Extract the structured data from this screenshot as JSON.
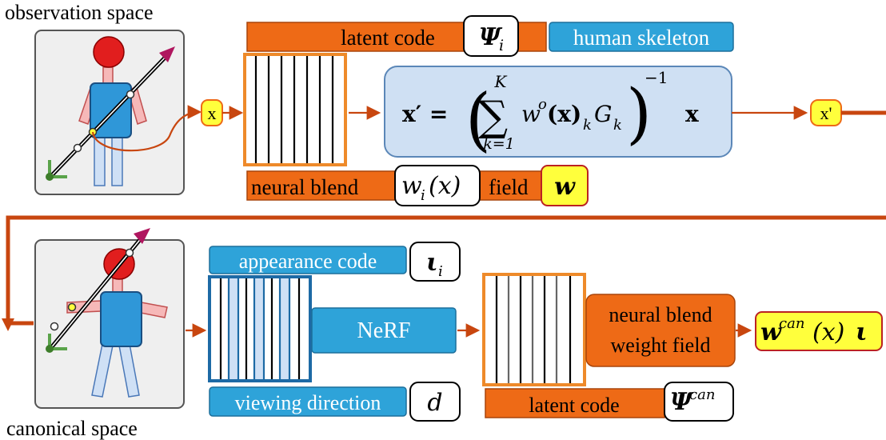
{
  "observation": {
    "title": "observation space",
    "x_tag": "x",
    "xp_tag": "x'"
  },
  "top_row": {
    "latent_label": "latent code",
    "latent_symbol": "Ψ",
    "latent_sub": "i",
    "skeleton_label": "human skeleton",
    "blend_label": "neural blend",
    "blend_symbol": "w",
    "blend_sub": "i",
    "blend_arg": "(x)",
    "field_label": "field",
    "field_symbol": "w"
  },
  "equation": {
    "lhs": "x′ =",
    "sum": "∑",
    "upper": "K",
    "lower": "k=1",
    "body_w": "w",
    "body_sup": "o",
    "body_arg": "(x)",
    "body_k": "k",
    "body_G": "G",
    "inv": "−1",
    "rhs": "x"
  },
  "canonical": {
    "title": "canonical space",
    "appearance_label": "appearance code",
    "appearance_symbol": "ι",
    "appearance_sub": "i",
    "nerf_label": "NeRF",
    "viewing_label": "viewing direction",
    "viewing_symbol": "d",
    "blend_line1": "neural blend",
    "blend_line2": "weight field",
    "latent_label": "latent code",
    "latent_symbol": "Ψ",
    "latent_sup": "can",
    "output_w": "w",
    "output_sup": "can",
    "output_arg": "(x)",
    "output_tail": "ι"
  },
  "colors": {
    "orange": "#ee6a16",
    "blue": "#2ea3d9",
    "yellow": "#ffff3c",
    "arrow": "#c8460f",
    "light_blue_panel": "#cfe0f3"
  }
}
